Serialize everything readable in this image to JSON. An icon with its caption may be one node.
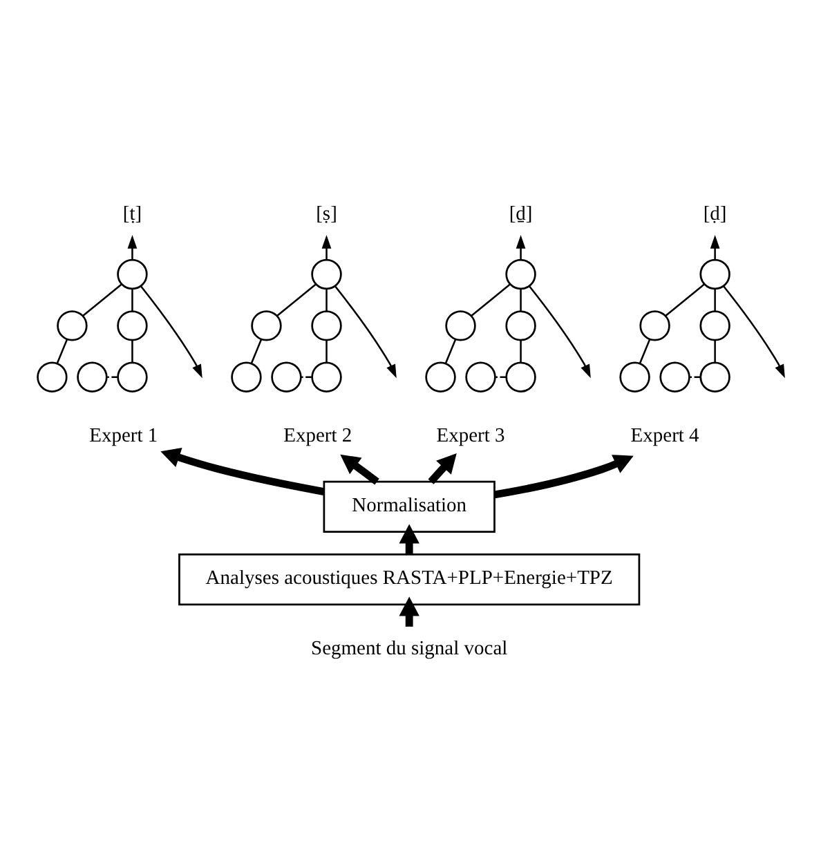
{
  "diagram": {
    "nodes": [
      {
        "text": [
          "[ṭ]"
        ]
      },
      {
        "text": [],
        "shape": "circle"
      },
      {
        "text": [],
        "shape": "circle"
      },
      {
        "text": [],
        "shape": "circle"
      },
      {
        "text": [],
        "shape": "circle"
      },
      {
        "text": [],
        "shape": "circle"
      },
      {
        "text": [],
        "shape": "circle"
      },
      {
        "text": [
          "[ṣ]"
        ]
      },
      {
        "text": [],
        "shape": "circle"
      },
      {
        "text": [],
        "shape": "circle"
      },
      {
        "text": [],
        "shape": "circle"
      },
      {
        "text": [],
        "shape": "circle"
      },
      {
        "text": [],
        "shape": "circle"
      },
      {
        "text": [],
        "shape": "circle"
      },
      {
        "text": [
          "[ḏ]"
        ]
      },
      {
        "text": [],
        "shape": "circle"
      },
      {
        "text": [],
        "shape": "circle"
      },
      {
        "text": [],
        "shape": "circle"
      },
      {
        "text": [],
        "shape": "circle"
      },
      {
        "text": [],
        "shape": "circle"
      },
      {
        "text": [],
        "shape": "circle"
      },
      {
        "text": [
          "[ḍ]"
        ]
      },
      {
        "text": [],
        "shape": "circle"
      },
      {
        "text": [],
        "shape": "circle"
      },
      {
        "text": [],
        "shape": "circle"
      },
      {
        "text": [],
        "shape": "circle"
      },
      {
        "text": [],
        "shape": "circle"
      },
      {
        "text": [],
        "shape": "circle"
      },
      {
        "text": [
          "Expert 1"
        ]
      },
      {
        "text": [
          "Expert 2"
        ]
      },
      {
        "text": [
          "Expert 3"
        ]
      },
      {
        "text": [
          "Expert 4"
        ]
      },
      {
        "text": [
          "Normalisation"
        ]
      },
      {
        "text": [
          "Analyses acoustiques RASTA+PLP+Energie+TPZ"
        ]
      },
      {
        "text": [
          "Segment du signal vocal"
        ]
      }
    ],
    "edges": [
      {
        "from": 1,
        "to": 0,
        "arrow": "to"
      },
      {
        "from": 2,
        "to": 1,
        "arrow": "none"
      },
      {
        "from": 3,
        "to": 1,
        "arrow": "none"
      },
      {
        "from": 4,
        "to": 2,
        "arrow": "none"
      },
      {
        "from": 6,
        "to": 3,
        "arrow": "none"
      },
      {
        "from": 5,
        "to": 6,
        "arrow": "none",
        "style": "dashed"
      },
      {
        "from": 1,
        "to": null,
        "arrow": "to"
      },
      {
        "from": 8,
        "to": 7,
        "arrow": "to"
      },
      {
        "from": 9,
        "to": 8,
        "arrow": "none"
      },
      {
        "from": 10,
        "to": 8,
        "arrow": "none"
      },
      {
        "from": 11,
        "to": 9,
        "arrow": "none"
      },
      {
        "from": 13,
        "to": 10,
        "arrow": "none"
      },
      {
        "from": 12,
        "to": 13,
        "arrow": "none",
        "style": "dashed"
      },
      {
        "from": 8,
        "to": null,
        "arrow": "to"
      },
      {
        "from": 15,
        "to": 14,
        "arrow": "to"
      },
      {
        "from": 16,
        "to": 15,
        "arrow": "none"
      },
      {
        "from": 17,
        "to": 15,
        "arrow": "none"
      },
      {
        "from": 18,
        "to": 16,
        "arrow": "none"
      },
      {
        "from": 20,
        "to": 17,
        "arrow": "none"
      },
      {
        "from": 19,
        "to": 20,
        "arrow": "none",
        "style": "dashed"
      },
      {
        "from": 15,
        "to": null,
        "arrow": "to"
      },
      {
        "from": 22,
        "to": 21,
        "arrow": "to"
      },
      {
        "from": 23,
        "to": 22,
        "arrow": "none"
      },
      {
        "from": 24,
        "to": 22,
        "arrow": "none"
      },
      {
        "from": 25,
        "to": 23,
        "arrow": "none"
      },
      {
        "from": 27,
        "to": 24,
        "arrow": "none"
      },
      {
        "from": 26,
        "to": 27,
        "arrow": "none",
        "style": "dashed"
      },
      {
        "from": 22,
        "to": null,
        "arrow": "to"
      },
      {
        "from": 32,
        "to": 28,
        "arrow": "to",
        "style": "thick"
      },
      {
        "from": 32,
        "to": 29,
        "arrow": "to",
        "style": "thick"
      },
      {
        "from": 32,
        "to": 30,
        "arrow": "to",
        "style": "thick"
      },
      {
        "from": 32,
        "to": 31,
        "arrow": "to",
        "style": "thick"
      },
      {
        "from": 33,
        "to": 32,
        "arrow": "to",
        "style": "thick"
      },
      {
        "from": 34,
        "to": 33,
        "arrow": "to",
        "style": "thick"
      }
    ]
  }
}
